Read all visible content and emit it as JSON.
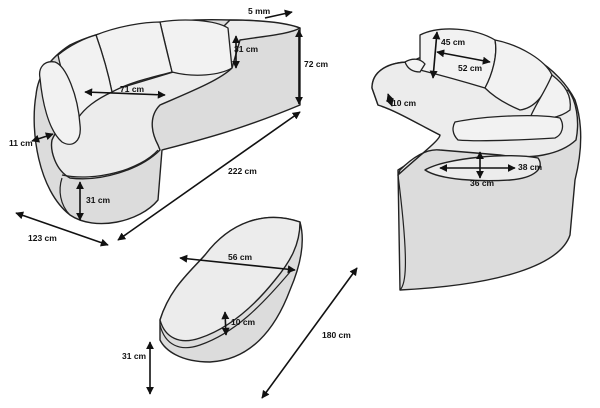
{
  "dimensions": {
    "thickness_5": "5 mm",
    "arm_height_31": "31 cm",
    "back_height_72": "72 cm",
    "seat_depth_71": "71 cm",
    "arm_width_11": "11 cm",
    "length_222": "222 cm",
    "seat_height_31": "31 cm",
    "depth_123": "123 cm",
    "cushion_45": "45 cm",
    "cushion_52": "52 cm",
    "back_10": "10 cm",
    "table_38": "38 cm",
    "table_36": "36 cm",
    "ottoman_56": "56 cm",
    "ottoman_10": "10 cm",
    "ottoman_31": "31 cm",
    "ottoman_180": "180 cm"
  }
}
